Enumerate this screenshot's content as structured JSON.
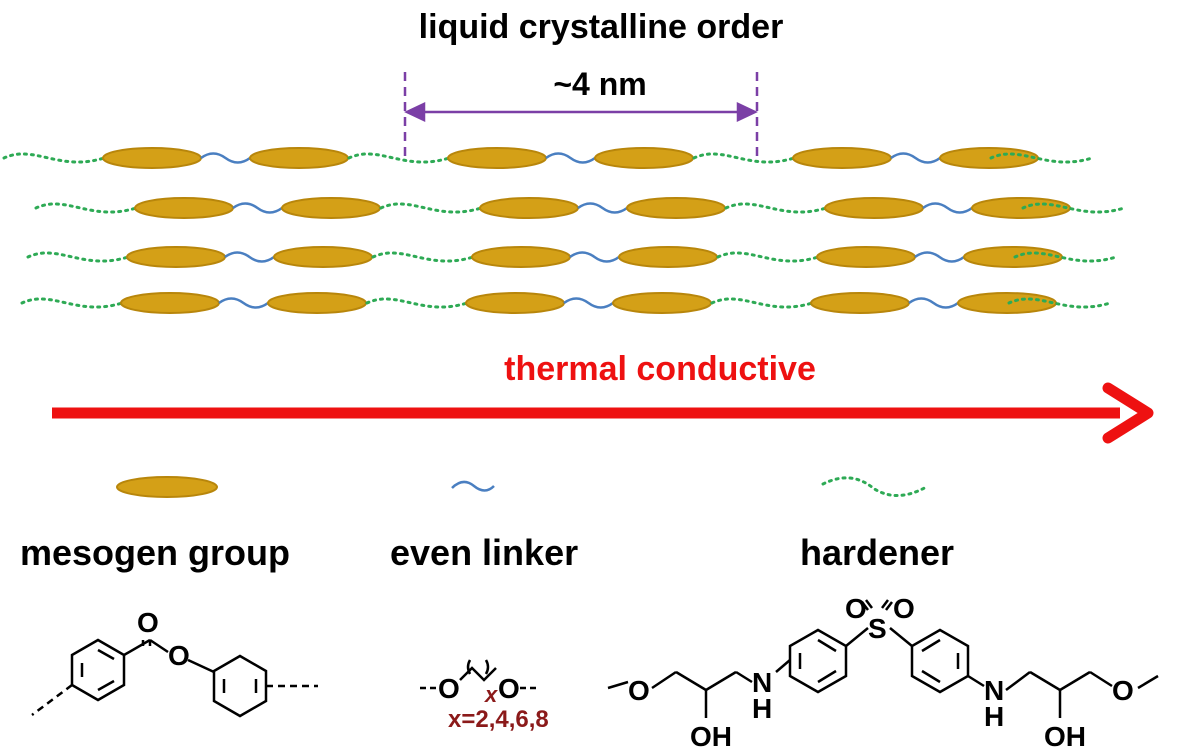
{
  "title": "liquid crystalline order",
  "spacing_label": "~4 nm",
  "arrow_label": "thermal conductive",
  "legend": {
    "mesogen": "mesogen group",
    "linker": "even linker",
    "hardener": "hardener"
  },
  "linker_formula": {
    "repeat_symbol": "x",
    "values_label": "x=2,4,6,8"
  },
  "atoms": {
    "o": "O",
    "s": "S",
    "n": "N",
    "h": "H",
    "oh": "OH"
  },
  "colors": {
    "mesogen_fill": "#D4A017",
    "mesogen_stroke": "#B8860B",
    "linker": "#4A7FC1",
    "hardener": "#2EAA55",
    "arrow": "#EE1111",
    "dimension": "#7B3FA6",
    "formula_accent": "#8B1A1A"
  }
}
